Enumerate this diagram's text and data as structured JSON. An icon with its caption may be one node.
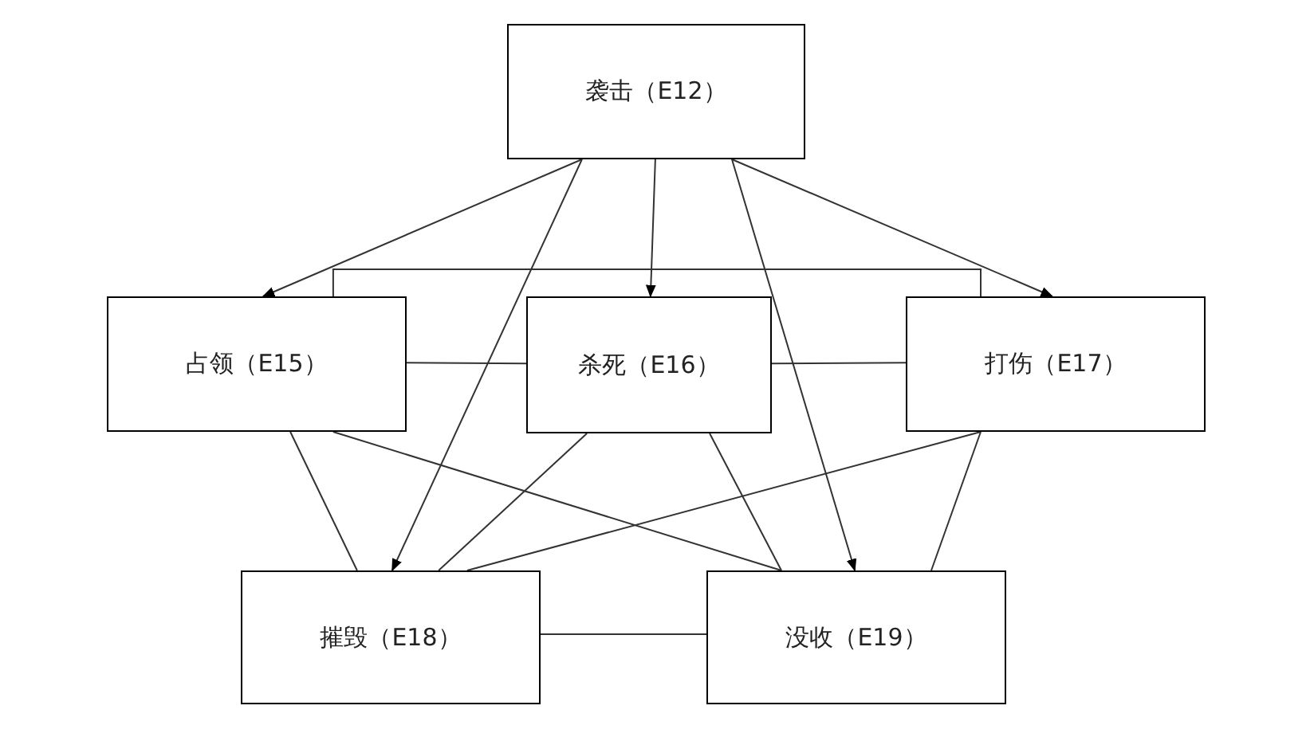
{
  "diagram": {
    "nodes": [
      {
        "text": [
          "袭击（E12）"
        ]
      },
      {
        "text": [
          "占领（E15）"
        ]
      },
      {
        "text": [
          "杀死（E16）"
        ]
      },
      {
        "text": [
          "打伤（E17）"
        ]
      },
      {
        "text": [
          "摧毁（E18）"
        ]
      },
      {
        "text": [
          "没收（E19）"
        ]
      }
    ],
    "edges": [
      {
        "from": 0,
        "to": 1,
        "arrow": "to"
      },
      {
        "from": 0,
        "to": 2,
        "arrow": "to"
      },
      {
        "from": 0,
        "to": 3,
        "arrow": "to"
      },
      {
        "from": 0,
        "to": 4,
        "arrow": "to"
      },
      {
        "from": 0,
        "to": 5,
        "arrow": "to"
      },
      {
        "from": 1,
        "to": 3,
        "arrow": "none"
      },
      {
        "from": 1,
        "to": 2,
        "arrow": "none"
      },
      {
        "from": 2,
        "to": 3,
        "arrow": "none"
      },
      {
        "from": 1,
        "to": 4,
        "arrow": "none"
      },
      {
        "from": 1,
        "to": 5,
        "arrow": "none"
      },
      {
        "from": 2,
        "to": 4,
        "arrow": "none"
      },
      {
        "from": 2,
        "to": 5,
        "arrow": "none"
      },
      {
        "from": 3,
        "to": 4,
        "arrow": "none"
      },
      {
        "from": 3,
        "to": 5,
        "arrow": "none"
      },
      {
        "from": 4,
        "to": 5,
        "arrow": "none"
      }
    ]
  }
}
